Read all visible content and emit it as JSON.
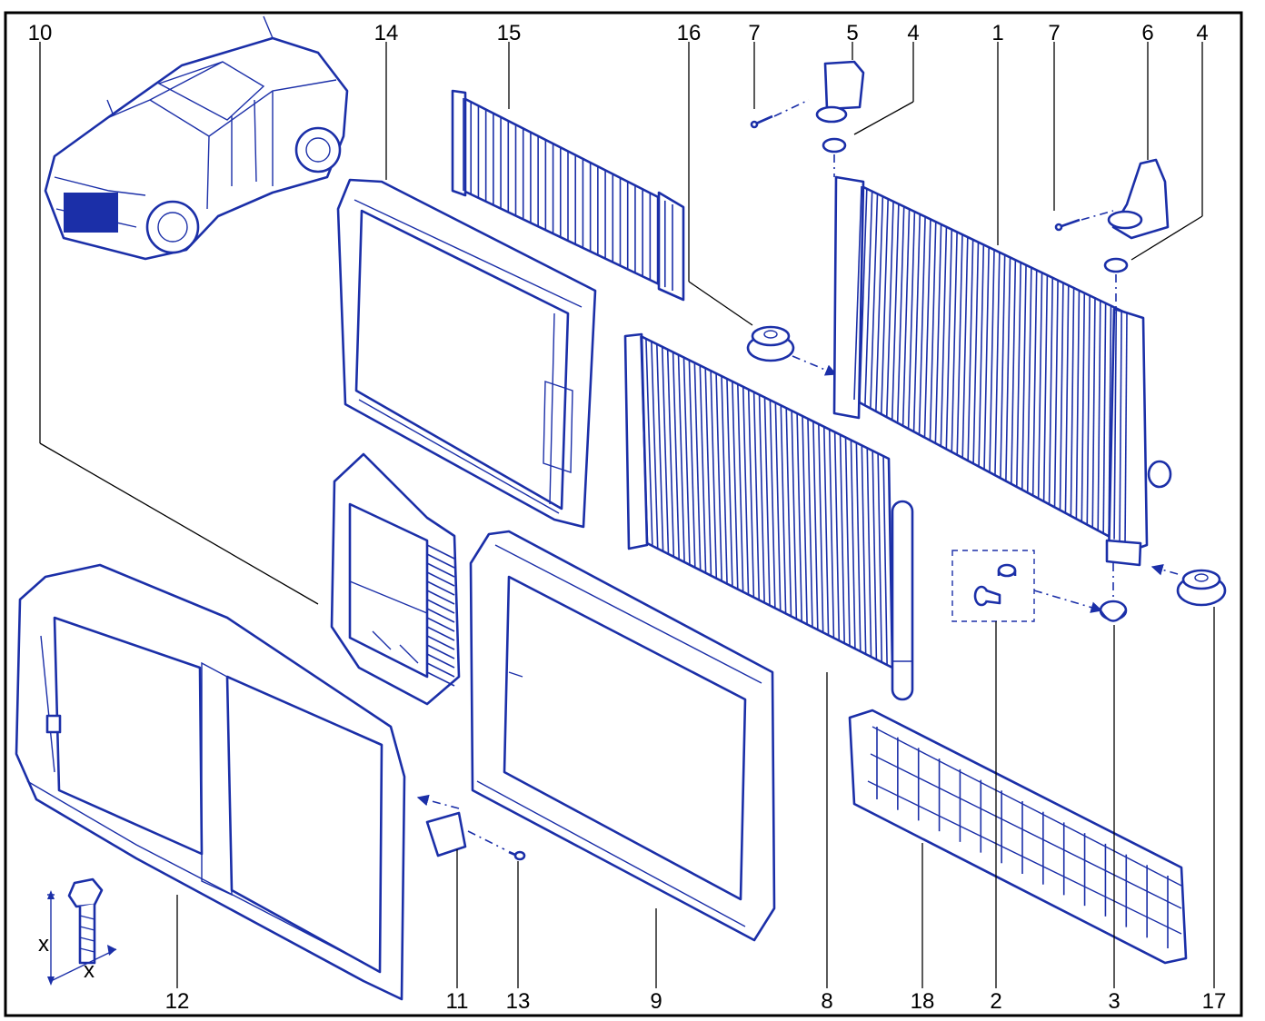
{
  "diagram": {
    "colors": {
      "line": "#1b2fa8",
      "fill": "#eef1ff",
      "frame": "#000000"
    },
    "callouts": {
      "c1": "1",
      "c2": "2",
      "c3": "3",
      "c4a": "4",
      "c4b": "4",
      "c5": "5",
      "c6": "6",
      "c7a": "7",
      "c7b": "7",
      "c8": "8",
      "c9": "9",
      "c10": "10",
      "c11": "11",
      "c12": "12",
      "c13": "13",
      "c14": "14",
      "c15": "15",
      "c16": "16",
      "c17": "17",
      "c18": "18"
    },
    "dimension": {
      "x1": "x",
      "x2": "x"
    }
  }
}
